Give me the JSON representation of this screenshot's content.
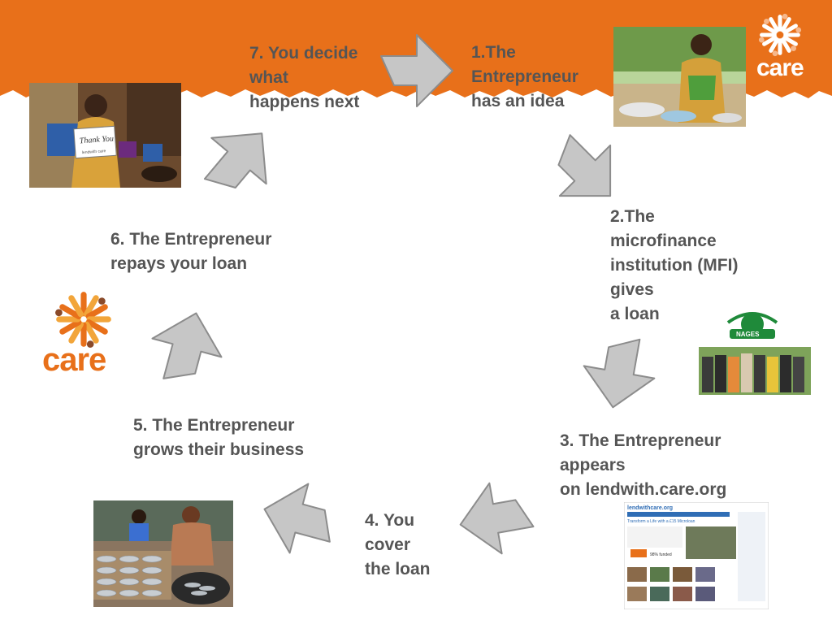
{
  "colors": {
    "banner_orange": "#e8701a",
    "arrow_fill": "#c6c6c6",
    "arrow_stroke": "#8c8c8c",
    "text": "#555555",
    "care_orange": "#e8701a"
  },
  "logos": {
    "corner_wordmark": "care",
    "left_wordmark": "care"
  },
  "steps": [
    {
      "id": "step-1",
      "text": "1.The\nEntrepreneur\nhas an idea"
    },
    {
      "id": "step-2",
      "text": "2.The\nmicrofinance\ninstitution (MFI)\ngives\na loan"
    },
    {
      "id": "step-3",
      "text": "3. The Entrepreneur\nappears\non lendwith.care.org"
    },
    {
      "id": "step-4",
      "text": "4. You\ncover\nthe loan"
    },
    {
      "id": "step-5",
      "text": "5. The Entrepreneur\ngrows their business"
    },
    {
      "id": "step-6",
      "text": "6. The Entrepreneur\nrepays your loan"
    },
    {
      "id": "step-7",
      "text": "7. You decide\nwhat\nhappens next"
    }
  ],
  "photos": {
    "thank_you_sign_line1": "Thank You",
    "thank_you_sign_line2": "lendwith care",
    "banner_word": "NAGES",
    "website_header": "lendwithcare.org",
    "website_tagline": "Transform a Life with a £15 Microloan",
    "website_progress": "98% funded"
  },
  "icons": [
    "cycle-arrow-icon",
    "care-hands-logo-icon"
  ]
}
